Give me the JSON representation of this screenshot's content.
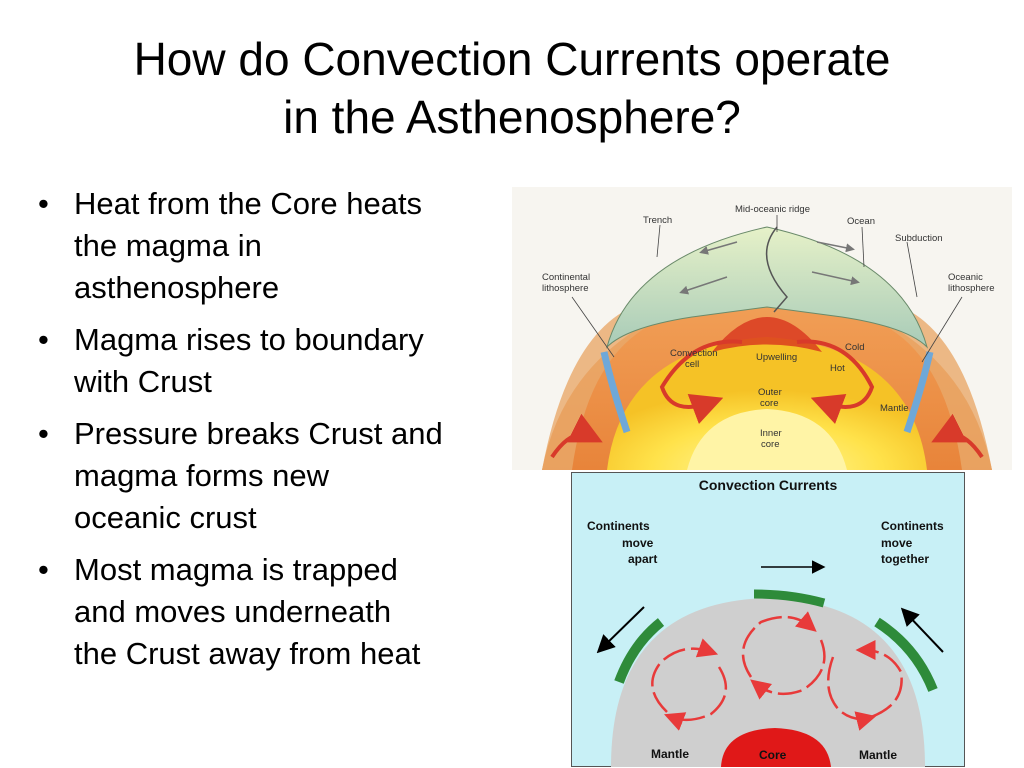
{
  "title_line1": "How do Convection Currents operate",
  "title_line2": "in the Asthenosphere?",
  "bullets": [
    {
      "lines": [
        "Heat from the Core heats",
        "the magma in",
        "asthenosphere"
      ]
    },
    {
      "lines": [
        "Magma rises to boundary",
        "with Crust"
      ]
    },
    {
      "lines": [
        "Pressure breaks Crust and",
        "magma forms new",
        "oceanic crust"
      ]
    },
    {
      "lines": [
        "Most magma is trapped",
        "and moves underneath",
        "the Crust away from heat"
      ]
    }
  ],
  "earth_diagram": {
    "labels": {
      "trench": "Trench",
      "ridge": "Mid-oceanic ridge",
      "ocean": "Ocean",
      "subduction": "Subduction",
      "cont1": "Continental",
      "cont2": "lithosphere",
      "ocean_lith1": "Oceanic",
      "ocean_lith2": "lithosphere",
      "conv1": "Convection",
      "conv2": "cell",
      "upwelling": "Upwelling",
      "cold": "Cold",
      "hot": "Hot",
      "outer1": "Outer",
      "outer2": "core",
      "mantle": "Mantle",
      "inner1": "Inner",
      "inner2": "core"
    }
  },
  "convection_diagram": {
    "title": "Convection Currents",
    "left1": "Continents",
    "left2": "move",
    "left3": "apart",
    "right1": "Continents",
    "right2": "move",
    "right3": "together",
    "mantle_left": "Mantle",
    "core": "Core",
    "mantle_right": "Mantle"
  },
  "colors": {
    "conv_bg": "#c8f0f6",
    "mantle_gray": "#cfcfcf",
    "crust_green": "#2e8b3a",
    "arrow_red": "#e83a3a",
    "core_red": "#e01818"
  }
}
